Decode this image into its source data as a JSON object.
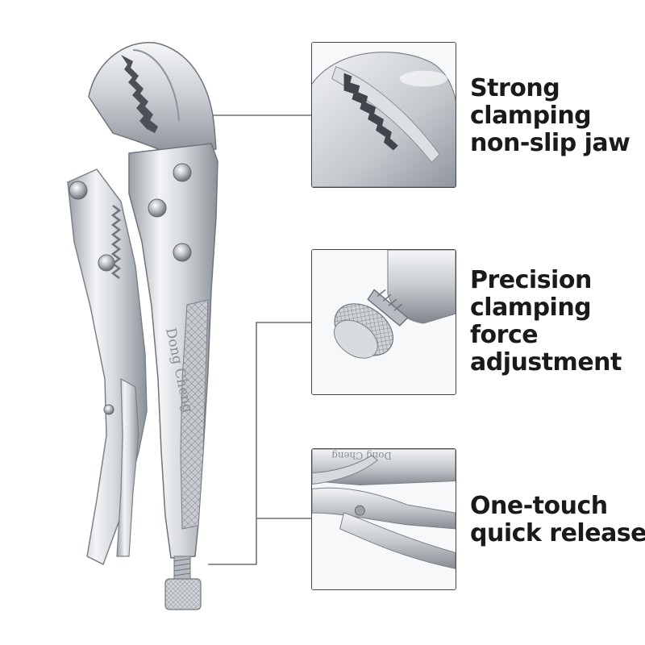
{
  "product": {
    "brand_engraving": "Dong Cheng",
    "alt": "Locking pliers"
  },
  "features": [
    {
      "lines": [
        "Strong",
        "clamping",
        "non-slip jaw"
      ]
    },
    {
      "lines": [
        "Precision",
        "clamping",
        "force",
        "adjustment"
      ]
    },
    {
      "lines": [
        "One-touch",
        "quick release"
      ]
    }
  ],
  "detail_insets": {
    "release_engraving": "Dong Cheng"
  },
  "colors": {
    "steel_light": "#e8eaed",
    "steel_mid": "#b9bec4",
    "steel_dark": "#6f757c",
    "text": "#1a1a1a",
    "callout_line": "#555555"
  }
}
